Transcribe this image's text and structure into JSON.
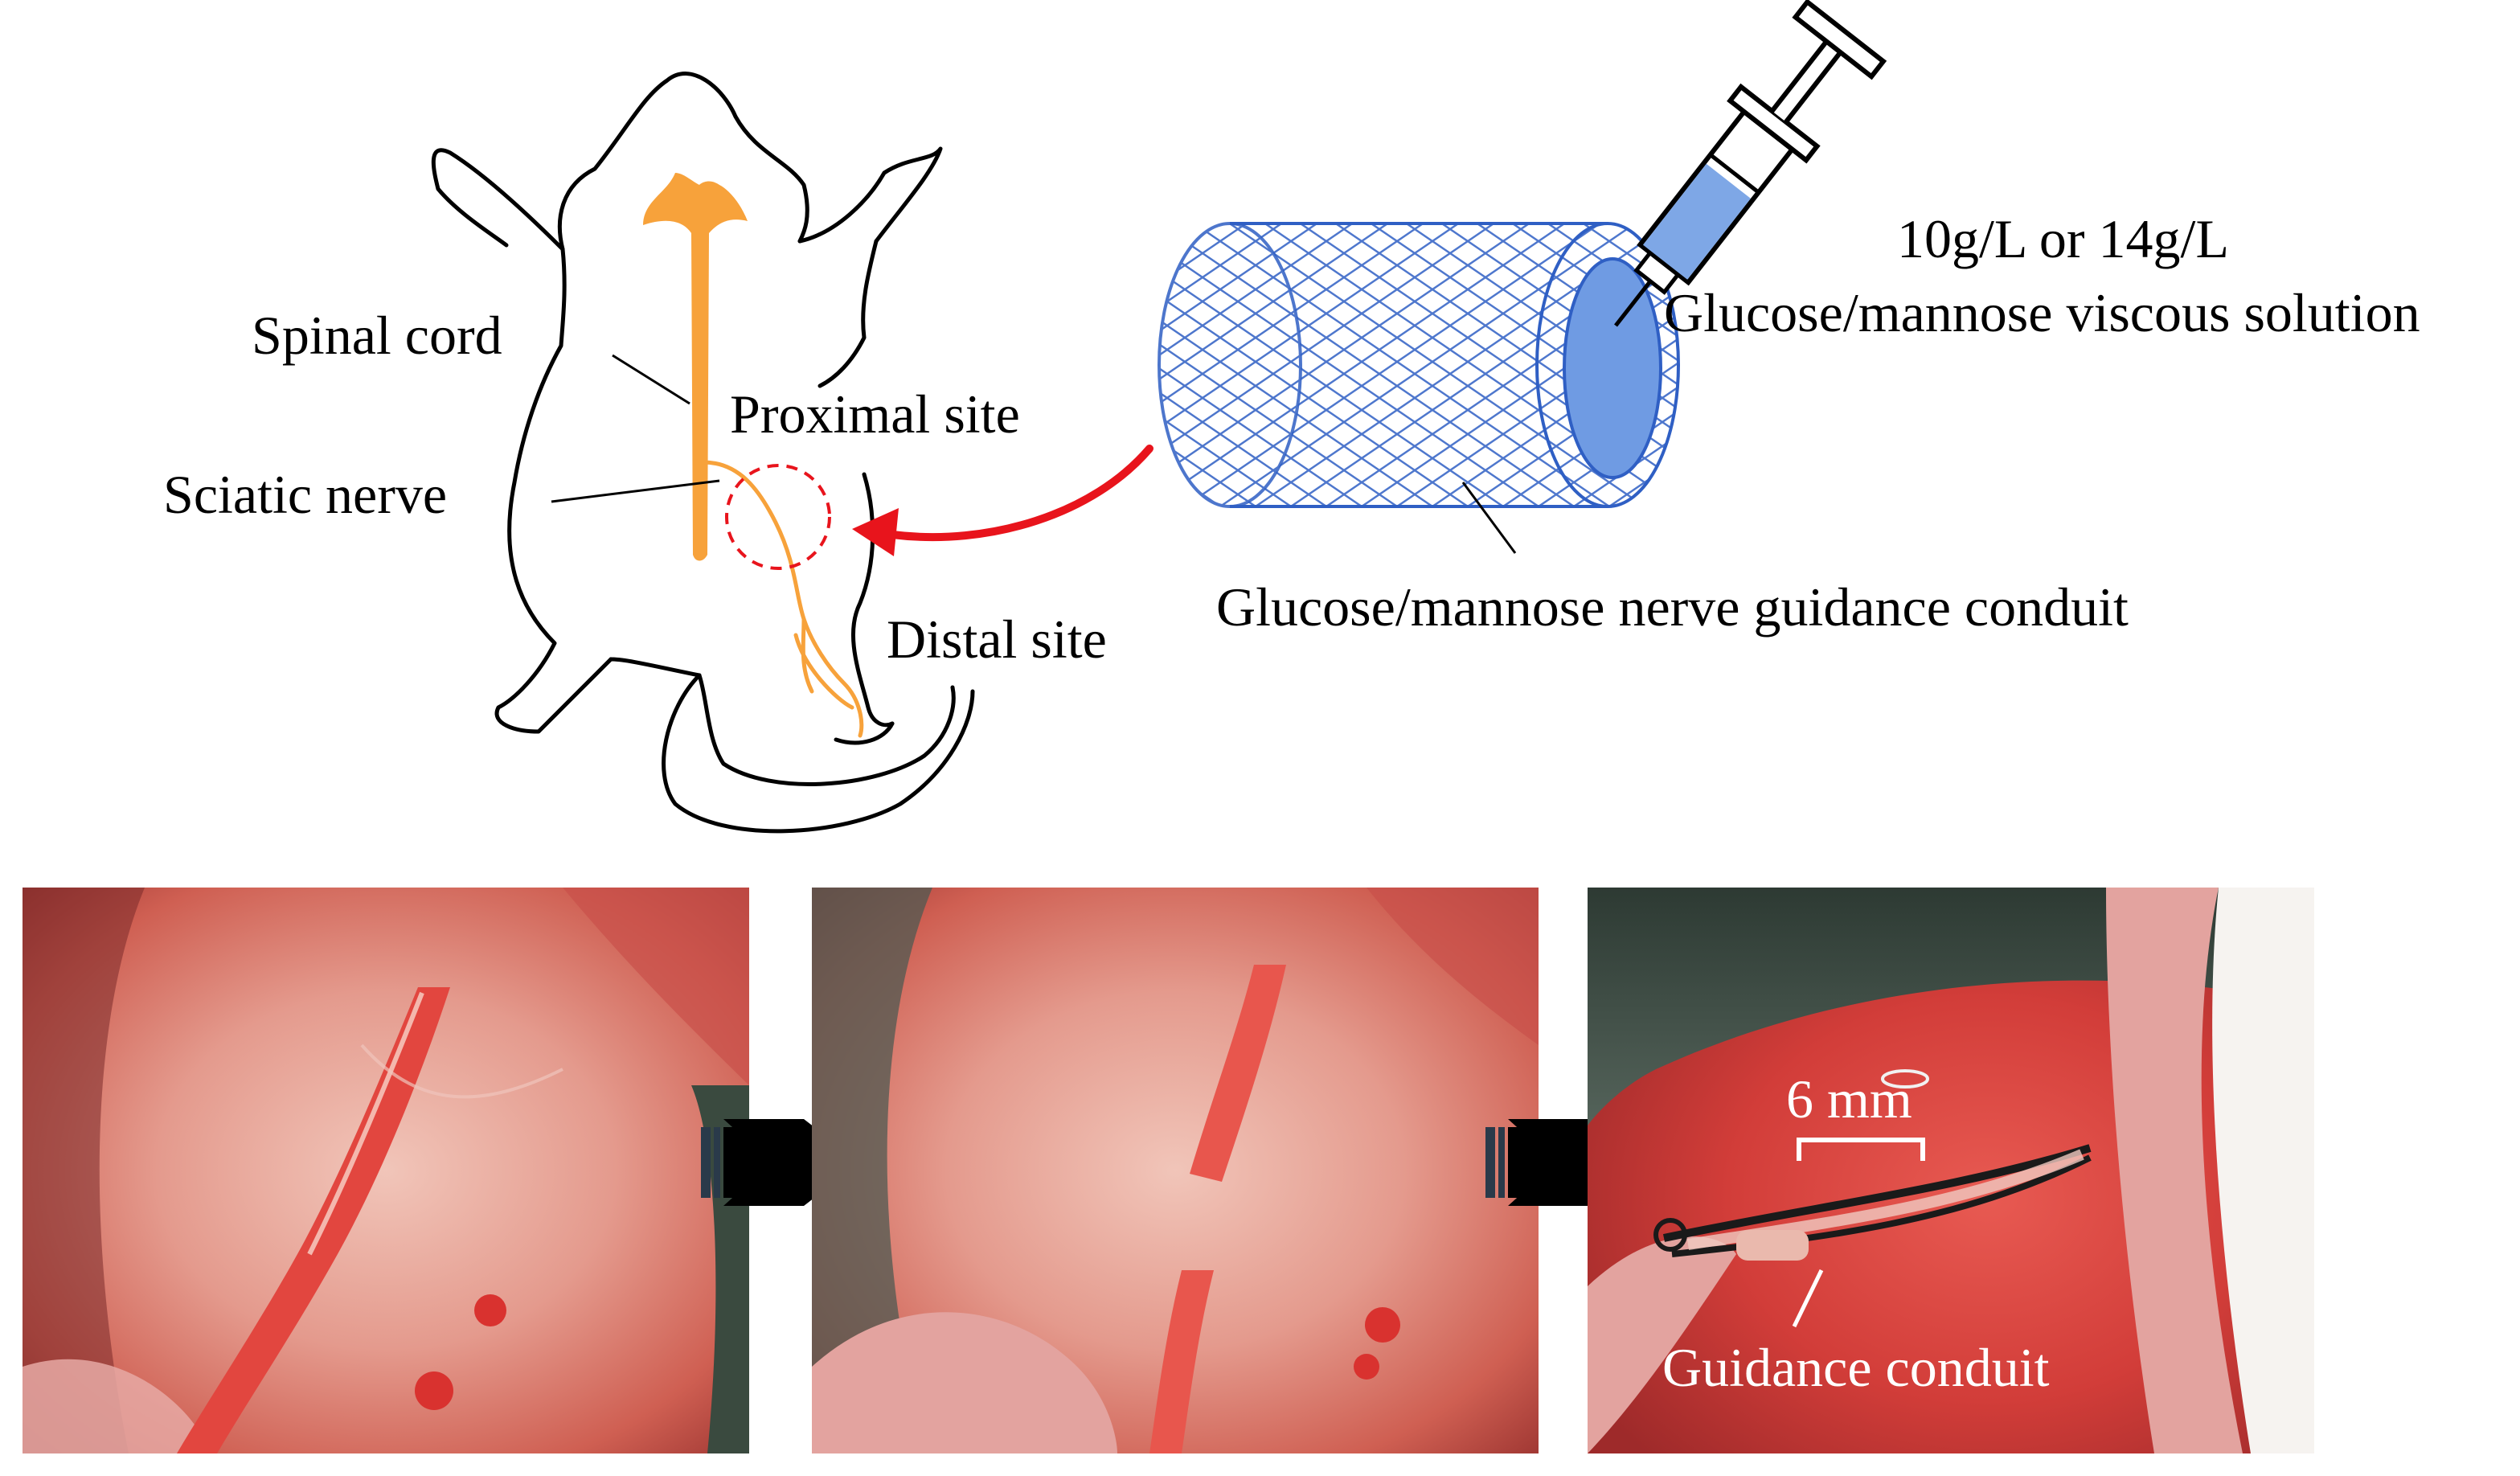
{
  "colors": {
    "nerve": "#f7a23b",
    "conduit_stroke": "#2f5fc4",
    "conduit_fill": "#dbe6fb",
    "conduit_inner": "#6f9be3",
    "arrow_red": "#e8141c",
    "outline": "#000000",
    "tissue": "#e07a73"
  },
  "schematic": {
    "label_spinal_cord": "Spinal cord",
    "label_sciatic_nerve": "Sciatic nerve",
    "label_proximal_site": "Proximal site",
    "label_distal_site": "Distal site"
  },
  "conduit": {
    "concentration_label": "10g/L or 14g/L",
    "solution_label": "Glucose/mannose viscous solution",
    "conduit_label": "Glucose/mannose nerve guidance conduit"
  },
  "photos": {
    "measure_label": "6 mm",
    "conduit_label": "Guidance conduit"
  },
  "icons": [
    "rat-outline-icon",
    "syringe-icon",
    "red-arrow-icon",
    "black-arrow-icon"
  ]
}
